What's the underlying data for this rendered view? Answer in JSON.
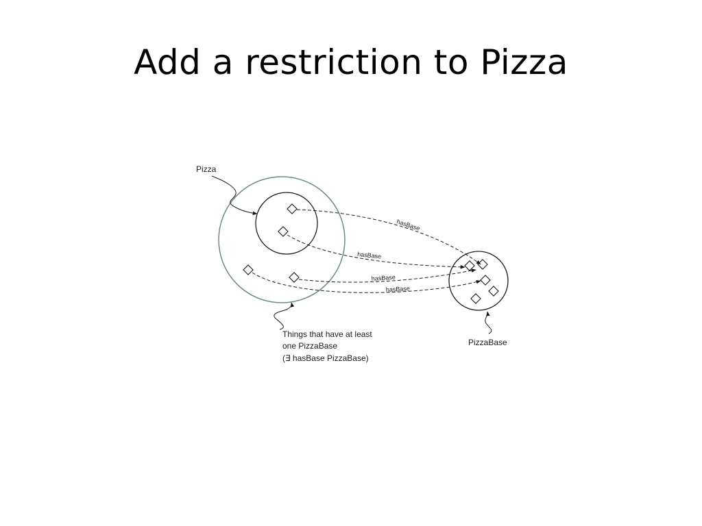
{
  "slide": {
    "title": "Add a restriction to Pizza"
  },
  "diagram": {
    "pizza_label": "Pizza",
    "pizza_base_label": "PizzaBase",
    "edge_label": "hasBase",
    "restriction_caption": [
      "Things that have at least",
      "one PizzaBase",
      "(∃ hasBase PizzaBase)"
    ],
    "colors": {
      "restriction_circle": "#6b8a80",
      "lines": "#1a1a1a"
    }
  }
}
